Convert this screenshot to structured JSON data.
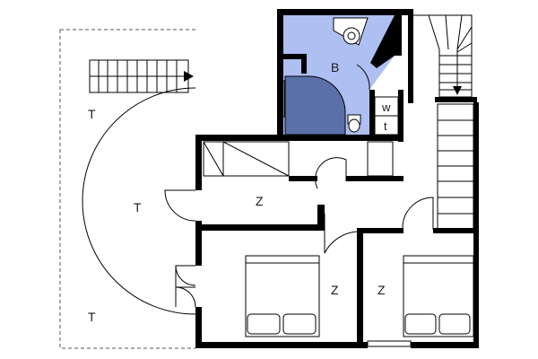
{
  "floor_plan": {
    "colors": {
      "wall": "#000000",
      "bathroom_fill": "#aebff2",
      "shower_fill": "#5b6fa8",
      "terrace_outline": "#555555",
      "background": "#ffffff"
    },
    "rooms": {
      "terrace_top": "T",
      "terrace_middle": "T",
      "terrace_bottom": "T",
      "bathroom": "B",
      "toilet_w": "w",
      "toilet_t": "t",
      "room_upper": "Z",
      "bedroom_left": "Z",
      "bedroom_right": "Z"
    },
    "icons": [
      "stairs-icon",
      "door-swing-icon",
      "double-bed-icon",
      "shower-icon",
      "sink-icon",
      "toilet-icon",
      "window-icon"
    ]
  }
}
